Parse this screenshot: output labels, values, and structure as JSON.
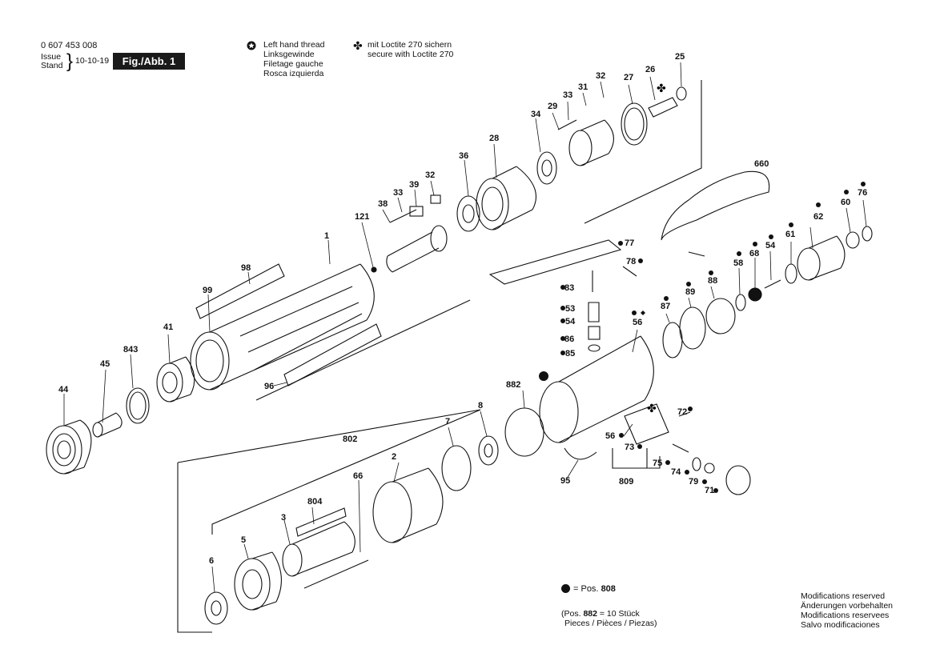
{
  "header": {
    "part_number": "0 607 453 008",
    "issue_label": "Issue",
    "stand_label": "Stand",
    "issue_date": "10-10-19",
    "figure_label": "Fig./Abb. 1"
  },
  "legend": {
    "left_hand_thread": [
      "Left hand thread",
      "Linksgewinde",
      "Filetage gauche",
      "Rosca izquierda"
    ],
    "loctite": [
      "mit Loctite 270 sichern",
      "secure with Loctite 270"
    ]
  },
  "footer": {
    "bullet_note_prefix": "= Pos.",
    "bullet_note_pos": "808",
    "pos_note_line1_a": "(Pos. ",
    "pos_note_line1_b": "882",
    "pos_note_line1_c": " = 10 Stück",
    "pos_note_line2": "Pieces / Pièces / Piezas)",
    "modifications": [
      "Modifications reserved",
      "Änderungen vorbehalten",
      "Modifications reservees",
      "Salvo modificaciones"
    ]
  },
  "part_labels": [
    "25",
    "26",
    "27",
    "32",
    "31",
    "33",
    "29",
    "34",
    "28",
    "36",
    "32",
    "39",
    "33",
    "38",
    "121",
    "1",
    "98",
    "99",
    "41",
    "843",
    "45",
    "44",
    "96",
    "660",
    "76",
    "60",
    "62",
    "61",
    "54",
    "68",
    "58",
    "77",
    "78",
    "83",
    "53",
    "54",
    "86",
    "85",
    "89",
    "88",
    "87",
    "56",
    "882",
    "72",
    "56",
    "73",
    "75",
    "74",
    "79",
    "71",
    "809",
    "95",
    "8",
    "7",
    "802",
    "2",
    "66",
    "804",
    "3",
    "5",
    "6"
  ]
}
